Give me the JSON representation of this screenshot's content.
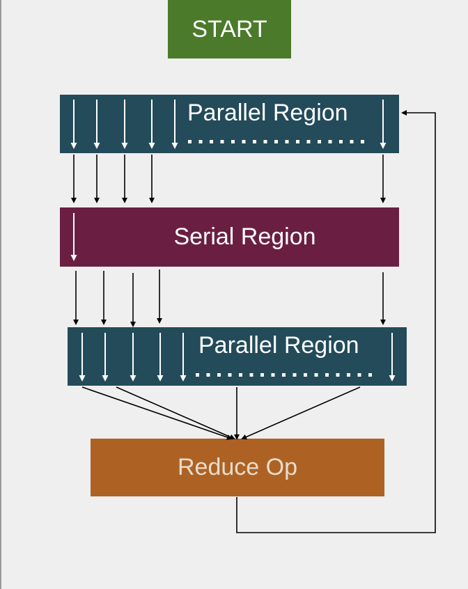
{
  "colors": {
    "start": "#4a7a2a",
    "parallel": "#234b5a",
    "serial": "#6a1f42",
    "reduce": "#ad6224",
    "arrow": "#000000",
    "inner_arrow": "#ffffff"
  },
  "nodes": {
    "start": "START",
    "parallel_1": "Parallel Region",
    "serial": "Serial Region",
    "parallel_2": "Parallel Region",
    "reduce": "Reduce Op"
  }
}
